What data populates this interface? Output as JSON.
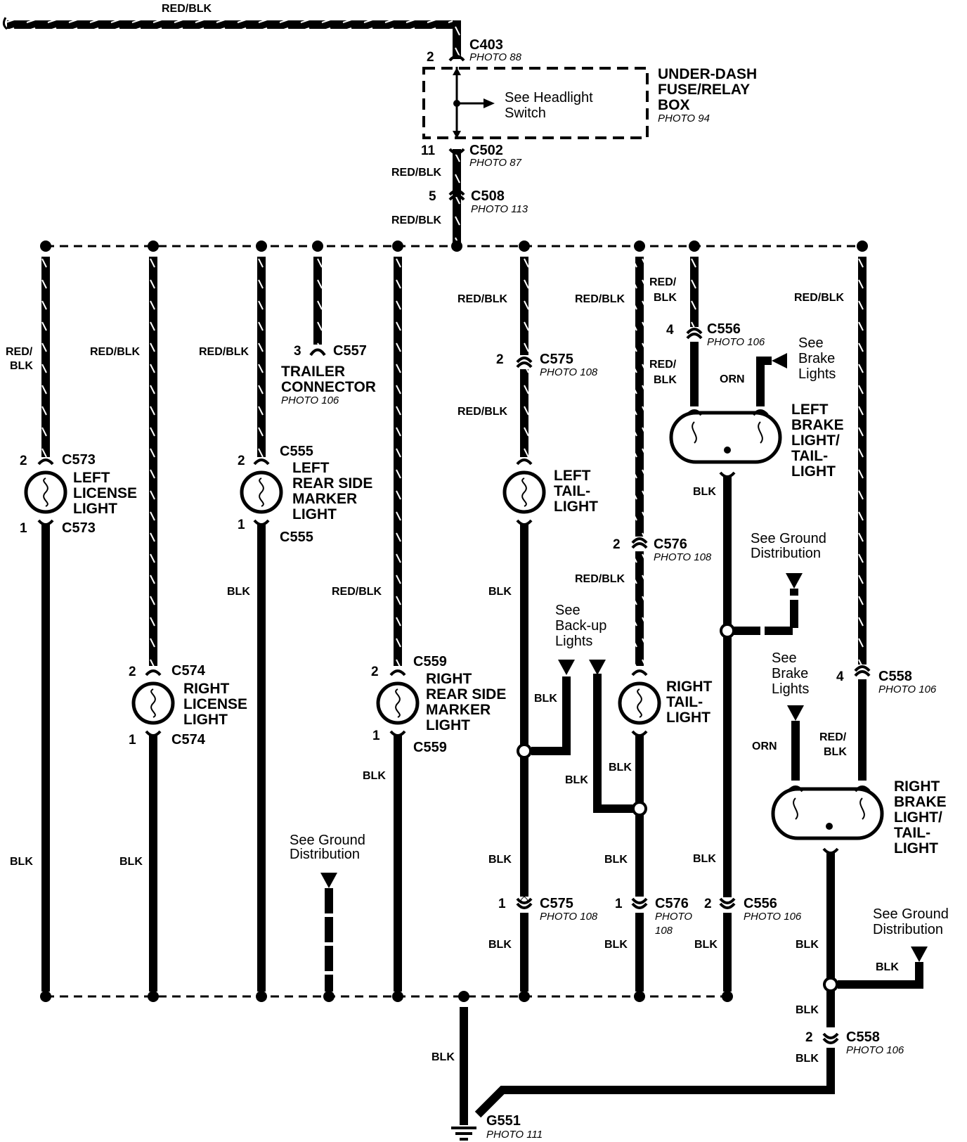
{
  "wire_colors": {
    "red_blk": "RED/BLK",
    "red": "RED/",
    "blk_only": "BLK",
    "orn": "ORN"
  },
  "photo": "PHOTO",
  "fuse_box": {
    "line1": "UNDER-DASH",
    "line2": "FUSE/RELAY",
    "line3": "BOX",
    "photo": "PHOTO 94",
    "note1": "See Headlight",
    "note2": "Switch"
  },
  "connectors": {
    "c403": {
      "id": "C403",
      "photo": "PHOTO 88",
      "pin": "2"
    },
    "c502": {
      "id": "C502",
      "photo": "PHOTO 87",
      "pin": "11"
    },
    "c508": {
      "id": "C508",
      "photo": "PHOTO 113",
      "pin": "5"
    },
    "c557": {
      "id": "C557",
      "pin": "3"
    },
    "c573": {
      "id": "C573",
      "pin_top": "2",
      "pin_bottom": "1"
    },
    "c574": {
      "id": "C574",
      "pin_top": "2",
      "pin_bottom": "1"
    },
    "c555": {
      "id": "C555",
      "pin_top": "2",
      "pin_bottom": "1"
    },
    "c559": {
      "id": "C559",
      "pin_top": "2",
      "pin_bottom": "1"
    },
    "c575": {
      "id": "C575",
      "photo": "PHOTO 108",
      "pin_top": "2",
      "pin_bottom": "1"
    },
    "c576": {
      "id": "C576",
      "photo": "PHOTO 108",
      "photo_word": "PHOTO",
      "photo_num": "108",
      "pin_top": "2",
      "pin_bottom": "1"
    },
    "c556": {
      "id": "C556",
      "photo": "PHOTO 106",
      "pin_top": "4",
      "pin_bottom": "2"
    },
    "c558": {
      "id": "C558",
      "photo": "PHOTO 106",
      "pin_top": "4",
      "pin_bottom": "2"
    }
  },
  "trailer": {
    "line1": "TRAILER",
    "line2": "CONNECTOR",
    "photo": "PHOTO 106"
  },
  "lights": {
    "left_license": [
      "LEFT",
      "LICENSE",
      "LIGHT"
    ],
    "right_license": [
      "RIGHT",
      "LICENSE",
      "LIGHT"
    ],
    "left_rear_side": [
      "LEFT",
      "REAR SIDE",
      "MARKER",
      "LIGHT"
    ],
    "right_rear_side": [
      "RIGHT",
      "REAR SIDE",
      "MARKER",
      "LIGHT"
    ],
    "left_tail": [
      "LEFT",
      "TAIL-",
      "LIGHT"
    ],
    "right_tail": [
      "RIGHT",
      "TAIL-",
      "LIGHT"
    ],
    "left_brake": [
      "LEFT",
      "BRAKE",
      "LIGHT/",
      "TAIL-",
      "LIGHT"
    ],
    "right_brake": [
      "RIGHT",
      "BRAKE",
      "LIGHT/",
      "TAIL-",
      "LIGHT"
    ]
  },
  "notes": {
    "see_brake": [
      "See",
      "Brake",
      "Lights"
    ],
    "see_backup": [
      "See",
      "Back-up",
      "Lights"
    ],
    "see_ground": [
      "See Ground",
      "Distribution"
    ]
  },
  "ground": {
    "id": "G551",
    "photo": "PHOTO 111"
  }
}
